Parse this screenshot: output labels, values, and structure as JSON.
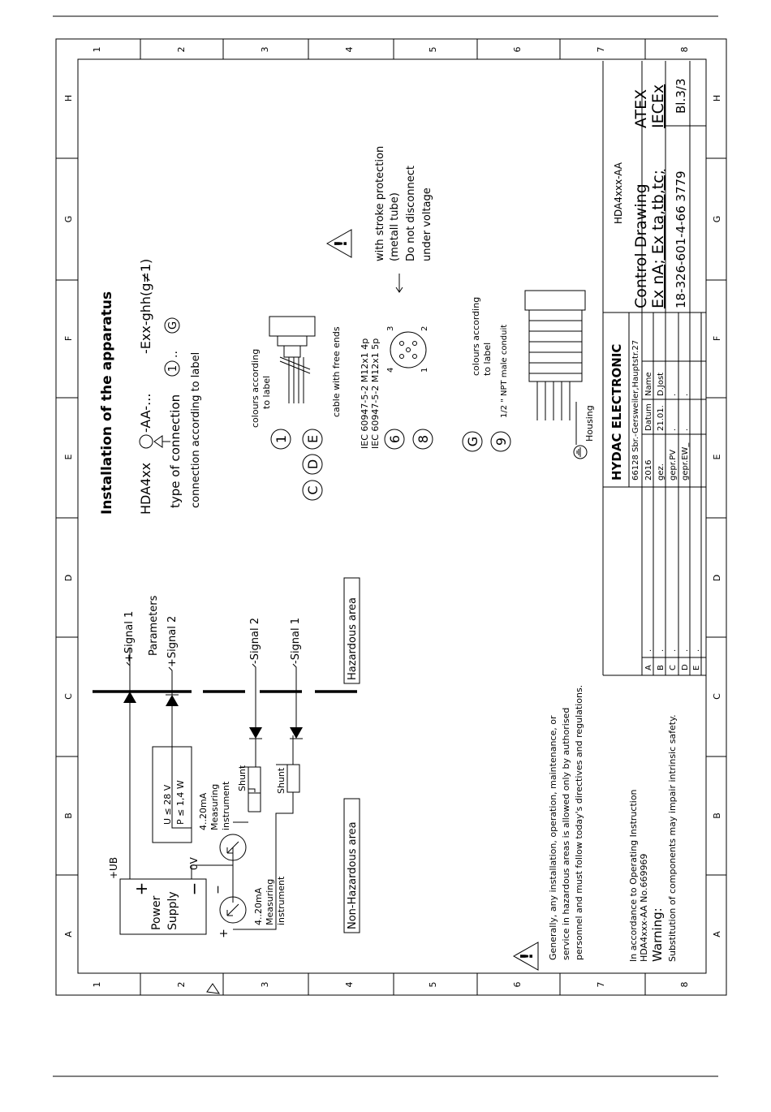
{
  "frame": {
    "row_markers": [
      "1",
      "2",
      "3",
      "4",
      "5",
      "6",
      "7",
      "8"
    ],
    "col_markers": [
      "A",
      "B",
      "C",
      "D",
      "E",
      "F",
      "G",
      "H"
    ]
  },
  "install": {
    "title": "Installation of the apparatus",
    "model_prefix": "HDA4xx",
    "model_suffix": "-AA-...",
    "model_ex": "-Exx-ghh(g≠1)",
    "type_of_connection": "type of connection",
    "range_start": "1",
    "range_dots": "..",
    "range_end": "G",
    "connection_note": "connection according to label"
  },
  "connectors": {
    "colours_a": "colours according",
    "colours_b": "to label",
    "cable_note": "cable with free ends",
    "circle_1": "1",
    "circle_c": "C",
    "circle_d": "D",
    "circle_e": "E",
    "iec_4p": "IEC 60947-5-2 M12x1  4p",
    "iec_5p": "IEC 60947-5-2 M12x1  5p",
    "circle_6": "6",
    "circle_8": "8",
    "pin_1": "1",
    "pin_2": "2",
    "pin_3": "3",
    "pin_4": "4",
    "protection_1": "with stroke protection",
    "protection_2": "(metall tube)",
    "protection_3": "Do not disconnect",
    "protection_4": "under voltage",
    "circle_g": "G",
    "circle_9": "9",
    "conduit_colours_a": "colours according",
    "conduit_colours_b": "to label",
    "conduit_note": "1/2 \" NPT male conduit",
    "housing": "Housing"
  },
  "circuit": {
    "power_supply_1": "Power",
    "power_supply_2": "Supply",
    "plus": "+",
    "minus": "−",
    "plus_ub": "+UB",
    "zero_v": "0V",
    "limit_u": "U ≤ 28 V",
    "limit_p": "P ≤ 1,4 W",
    "meter_upper_1": "4..20mA",
    "meter_upper_2": "Measuring",
    "meter_upper_3": "instrument",
    "meter_lower_1": "4..20mA",
    "meter_lower_2": "Measuring",
    "meter_lower_3": "instrument",
    "meter_plus": "+",
    "meter_minus": "−",
    "shunt": "Shunt",
    "signal_plus_1": "+Signal 1",
    "parameters": "Parameters",
    "signal_plus_2": "+Signal 2",
    "signal_minus_2": "-Signal 2",
    "signal_minus_1": "-Signal 1",
    "non_hazardous": "Non-Hazardous area",
    "hazardous": "Hazardous area"
  },
  "warnings": {
    "general_1": "Generally, any installation, operation, maintenance, or",
    "general_2": "service in hazardous areas is allowed only by authorised",
    "general_3": "personnel and must follow today's directives and regulations.",
    "according_1": "In accordance to Operating Instruction",
    "according_2": "HDA4xxx-AA          No.669969",
    "warning_label": "Warning:",
    "substitution": "Substitution of components may impair intrinsic safety."
  },
  "title_block": {
    "company": "HYDAC ELECTRONIC",
    "address": "66128 Sbr.-Gersweiler,Hauptstr.27",
    "year": "2016",
    "datum": "Datum",
    "name": "Name",
    "gez": "gez.",
    "gez_date": "21.01.",
    "gez_name": "D.Jost",
    "gepr_pv": "gepr.PV",
    "gepr_ew": "gepr.EW_",
    "rev_letters": [
      "A",
      "B",
      "C",
      "D",
      "E"
    ],
    "dot": ".",
    "model_id": "HDA4xxx-AA",
    "drawing": "Control Drawing",
    "ex_line": "Ex nA; Ex ta,tb,tc;",
    "atex": "ATEX",
    "iecex": "IECEx",
    "doc_number": "18-326-601-4-66 3779",
    "sheet": "Bl.3/3"
  }
}
